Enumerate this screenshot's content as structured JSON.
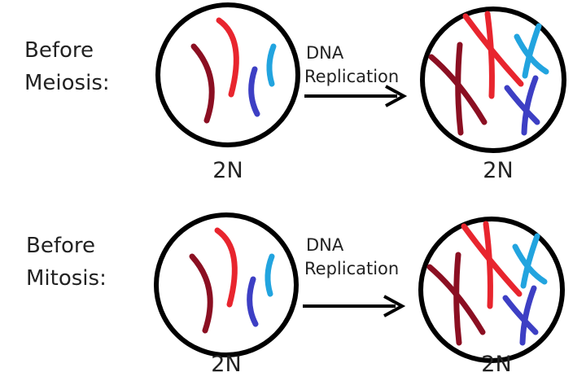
{
  "rows": [
    {
      "label_line1": "Before",
      "label_line2": "Meiosis:",
      "arrow_line1": "DNA",
      "arrow_line2": "Replication",
      "left_ploidy": "2N",
      "right_ploidy": "2N"
    },
    {
      "label_line1": "Before",
      "label_line2": "Mitosis:",
      "arrow_line1": "DNA",
      "arrow_line2": "Replication",
      "left_ploidy": "2N",
      "right_ploidy": "2N"
    }
  ],
  "colors": {
    "dark_red": "#8b0f22",
    "red": "#e8252e",
    "blue": "#3d3fc4",
    "light_blue": "#22a4df"
  }
}
